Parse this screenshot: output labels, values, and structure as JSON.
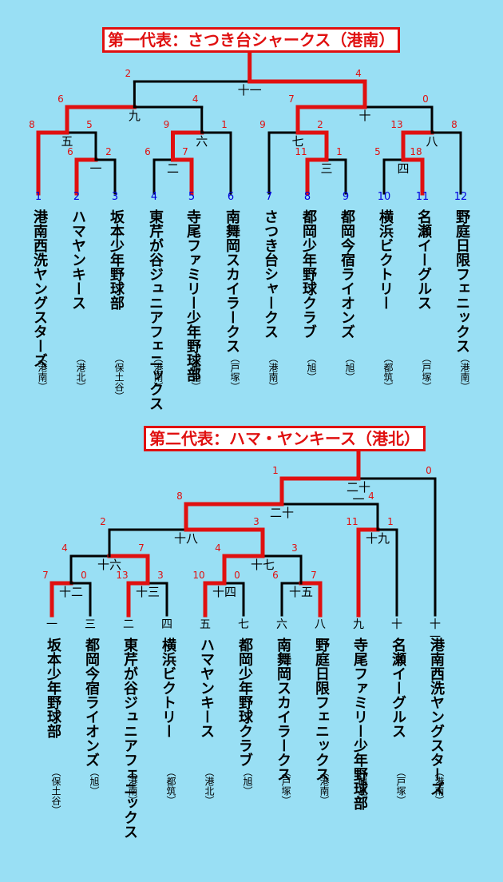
{
  "bracket1": {
    "title": "第一代表：さつき台シャークス（港南）",
    "teams": [
      {
        "seed": "1",
        "name": "港南西洗ヤングスターズ",
        "area": "（港南）"
      },
      {
        "seed": "2",
        "name": "ハマヤンキース",
        "area": "（港北）"
      },
      {
        "seed": "3",
        "name": "坂本少年野球部",
        "area": "（保土谷）"
      },
      {
        "seed": "4",
        "name": "東芹が谷ジュニアフェニックス",
        "area": "（港南）"
      },
      {
        "seed": "5",
        "name": "寺尾ファミリー少年野球部",
        "area": "（鶴見）"
      },
      {
        "seed": "6",
        "name": "南舞岡スカイラークス",
        "area": "（戸塚）"
      },
      {
        "seed": "7",
        "name": "さつき台シャークス",
        "area": "（港南）"
      },
      {
        "seed": "8",
        "name": "都岡少年野球クラブ",
        "area": "（旭）"
      },
      {
        "seed": "9",
        "name": "都岡今宿ライオンズ",
        "area": "（旭）"
      },
      {
        "seed": "10",
        "name": "横浜ビクトリー",
        "area": "（都筑）"
      },
      {
        "seed": "11",
        "name": "名瀬イーグルス",
        "area": "（戸塚）"
      },
      {
        "seed": "12",
        "name": "野庭日限フェニックス",
        "area": "（港南）"
      }
    ],
    "matches": [
      {
        "label": "一",
        "left": "6",
        "right": "2"
      },
      {
        "label": "二",
        "left": "6",
        "right": "7"
      },
      {
        "label": "三",
        "left": "11",
        "right": "1"
      },
      {
        "label": "四",
        "left": "5",
        "right": "18"
      },
      {
        "label": "五",
        "left": "8",
        "right": "5"
      },
      {
        "label": "六",
        "left": "9",
        "right": "1"
      },
      {
        "label": "七",
        "left": "9",
        "right": "2"
      },
      {
        "label": "八",
        "left": "13",
        "right": "8"
      },
      {
        "label": "九",
        "left": "6",
        "right": "4"
      },
      {
        "label": "十",
        "left": "7",
        "right": "0"
      },
      {
        "label": "十一",
        "left": "2",
        "right": "4"
      }
    ]
  },
  "bracket2": {
    "title": "第二代表：ハマ・ヤンキース（港北）",
    "slots": [
      {
        "label": "一",
        "name": "坂本少年野球部",
        "area": "（保土谷）"
      },
      {
        "label": "三",
        "name": "都岡今宿ライオンズ",
        "area": "（旭）"
      },
      {
        "label": "二",
        "name": "東芹が谷ジュニアフェニックス",
        "area": "（港南）"
      },
      {
        "label": "四",
        "name": "横浜ビクトリー",
        "area": "（都筑）"
      },
      {
        "label": "五",
        "name": "ハマヤンキース",
        "area": "（港北）"
      },
      {
        "label": "七",
        "name": "都岡少年野球クラブ",
        "area": "（旭）"
      },
      {
        "label": "六",
        "name": "南舞岡スカイラークス",
        "area": "（戸塚）"
      },
      {
        "label": "八",
        "name": "野庭日限フェニックス",
        "area": "（港南）"
      },
      {
        "label": "九",
        "name": "寺尾ファミリー少年野球部",
        "area": "（鶴見）"
      },
      {
        "label": "十",
        "name": "名瀬イーグルス",
        "area": "（戸塚）"
      },
      {
        "label": "十一",
        "name": "港南西洗ヤングスターズ",
        "area": "（港南）"
      }
    ],
    "matches": [
      {
        "label": "十二",
        "left": "7",
        "right": "0"
      },
      {
        "label": "十三",
        "left": "13",
        "right": "3"
      },
      {
        "label": "十四",
        "left": "10",
        "right": "0"
      },
      {
        "label": "十五",
        "left": "6",
        "right": "7"
      },
      {
        "label": "十六",
        "left": "4",
        "right": "7"
      },
      {
        "label": "十七",
        "left": "4",
        "right": "3"
      },
      {
        "label": "十八",
        "left": "2",
        "right": "3"
      },
      {
        "label": "十九",
        "left": "11",
        "right": "1"
      },
      {
        "label": "二十",
        "left": "8",
        "right": "4"
      },
      {
        "label": "二十一",
        "left": "1",
        "right": "0"
      }
    ]
  },
  "colors": {
    "background": "#99dff4",
    "win_line": "#e01010",
    "line": "#000000",
    "seed": "#0000dd"
  }
}
